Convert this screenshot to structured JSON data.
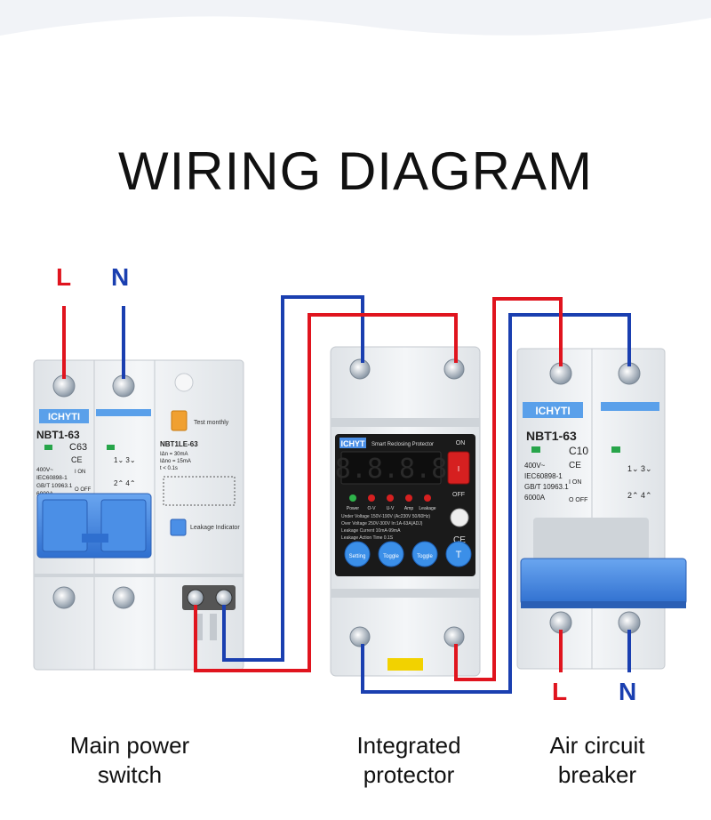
{
  "title": "WIRING DIAGRAM",
  "input_labels": {
    "line": "L",
    "neutral": "N"
  },
  "output_labels": {
    "line": "L",
    "neutral": "N"
  },
  "colors": {
    "line": "#e0141e",
    "neutral": "#1a3fb0",
    "device_body": "#e9ecef",
    "handle_blue": "#3b82e0",
    "display_bg": "#1a1a1a"
  },
  "main_switch": {
    "brand": "ICHYTI",
    "model": "NBT1-63",
    "rating": "C63",
    "specs": [
      "400V~",
      "IEC60898-1",
      "GB/T 10963.1",
      "6000A"
    ],
    "on_label": "I ON",
    "off_label": "O OFF",
    "leakage_module": {
      "model": "NBT1LE-63",
      "specs": [
        "IΔn = 30mA",
        "IΔno = 15mA",
        "t < 0.1s"
      ],
      "test_label": "Test monthly",
      "indicator_label": "Leakage Indicator"
    }
  },
  "protector": {
    "brand": "ICHYT",
    "name": "Smart Reclosing Protector",
    "on_label": "ON",
    "off_label": "OFF",
    "display": "8.8.8.8",
    "indicators": [
      "Power",
      "O-V",
      "U-V",
      "Amp",
      "Leakage"
    ],
    "specs": [
      "Under Voltage 150V-190V (Ac230V 50/60Hz)",
      "Over Voltage 250V-300V  In:1A-63A(ADJ)",
      "Leakage Current 10mA-99mA",
      "Leakage Action Time 0.1S"
    ],
    "buttons": [
      "Setting",
      "Toggle",
      "Toggle",
      "T"
    ]
  },
  "air_breaker": {
    "brand": "ICHYTI",
    "model": "NBT1-63",
    "rating": "C10",
    "specs": [
      "400V~",
      "IEC60898-1",
      "GB/T 10963.1",
      "6000A"
    ],
    "on_label": "I ON",
    "off_label": "O OFF"
  },
  "captions": {
    "main_switch": [
      "Main power",
      "switch"
    ],
    "protector": [
      "Integrated",
      "protector"
    ],
    "air_breaker": [
      "Air circuit",
      "breaker"
    ]
  }
}
